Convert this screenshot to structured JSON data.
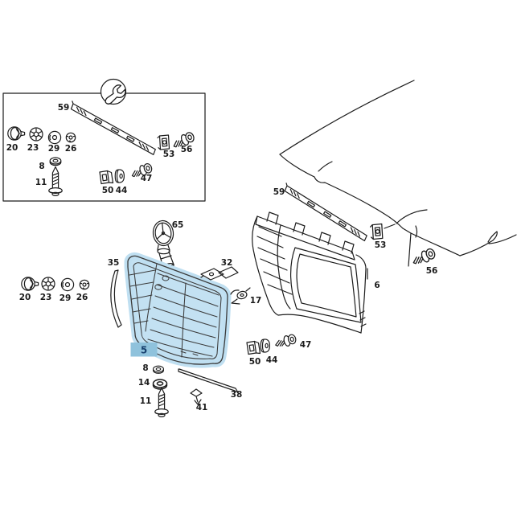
{
  "diagram": {
    "description": "Exploded parts diagram of radiator grille assembly with hood outline",
    "background_color": "#ffffff",
    "line_color": "#1c1c1c",
    "highlight": {
      "part": "5",
      "fill_color": "#c3e1f2",
      "halo_color": "#bfdff1",
      "label_box_color": "#8fc2dc",
      "label_text_color": "#17406e"
    }
  },
  "legend_box": {
    "tool_icon": "wrench-icon",
    "labels": [
      "59",
      "20",
      "23",
      "29",
      "26",
      "8",
      "11",
      "50",
      "44",
      "47",
      "53",
      "56"
    ]
  },
  "center": {
    "labels": [
      "65",
      "35",
      "20",
      "23",
      "29",
      "26",
      "32",
      "17",
      "5",
      "8",
      "14",
      "11",
      "41",
      "38",
      "50",
      "44",
      "47"
    ]
  },
  "right": {
    "labels": [
      "59",
      "53",
      "56",
      "6"
    ]
  }
}
